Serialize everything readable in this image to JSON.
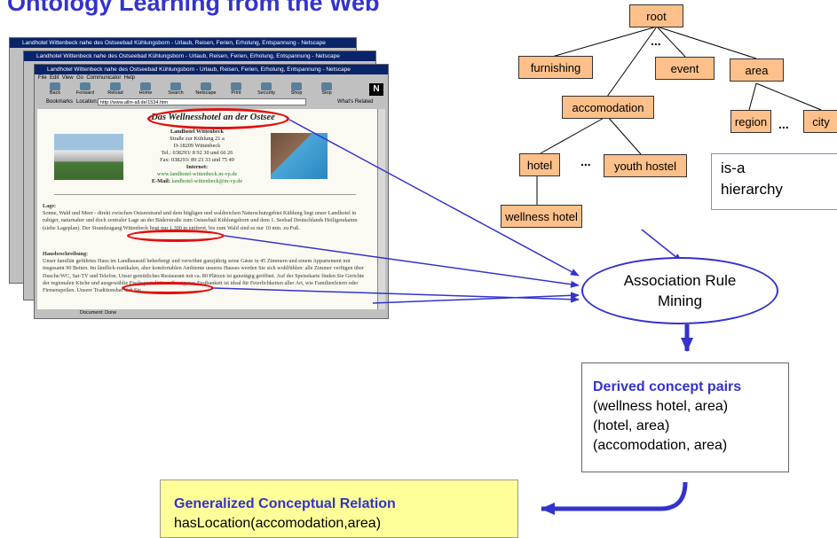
{
  "slide_title": "Ontology Learning from the Web",
  "ontology": {
    "root": "root",
    "furnishing": "furnishing",
    "event": "event",
    "area": "area",
    "accomodation": "accomodation",
    "region": "region",
    "city": "city",
    "hotel": "hotel",
    "youth_hostel": "youth hostel",
    "wellness_hotel": "wellness hotel",
    "ellipsis": "..."
  },
  "isa_label": {
    "line1": "is-a",
    "line2": "hierarchy"
  },
  "mining": {
    "line1": "Association Rule",
    "line2": "Mining"
  },
  "derived": {
    "heading": "Derived concept pairs",
    "pairs": [
      "(wellness hotel, area)",
      "(hotel, area)",
      "(accomodation, area)"
    ]
  },
  "generalized": {
    "heading": "Generalized Conceptual Relation",
    "relation": "hasLocation(accomodation,area)"
  },
  "colors": {
    "accent": "#3333cc",
    "node_fill": "#fdc08a",
    "highlight": "#ffff99",
    "marker": "#e01010"
  },
  "browser": {
    "window_title": "Landhotel Wittenbeck nahe des Ostseebad Kühlungsborn - Urlaub, Reisen, Ferien, Erholung, Entspannung - Netscape",
    "menu": [
      "File",
      "Edit",
      "View",
      "Go",
      "Communicator",
      "Help"
    ],
    "toolbar": [
      "Back",
      "Forward",
      "Reload",
      "Home",
      "Search",
      "Netscape",
      "Print",
      "Security",
      "Shop",
      "Stop"
    ],
    "bookmarks_label": "Bookmarks",
    "location_label": "Location:",
    "url": "http://www.allin-all.de/1534.htm",
    "whats_related": "What's Related",
    "status_text": "Document: Done",
    "page": {
      "title": "Das Wellnesshotel an der Ostsee",
      "hotel_name": "Landhotel Wittenbeck",
      "street": "Straße zur Kühlung 21 a",
      "city": "D-18209 Wittenbeck",
      "tel": "Tel.: 038293/ 8 92 30 und 66 26",
      "fax": "Fax: 038293/ 89 23 33 und 75 49",
      "internet_label": "Internet:",
      "internet_url": "www.landhotel-wittenbeck.m-vp.de",
      "email_label": "E-Mail:",
      "email": "landhotel-wittenbeck@m-vp.de",
      "lage_heading": "Lage:",
      "lage_text": "Sonne, Wald und Meer - direkt zwischen Ostseestrand und dem hügligen und waldreichen Naturschutzgebiet Kühlung liegt unser Landhotel in ruhiger, naturnaher und doch zentraler Lage an der Bäderstraße zum Ostseebad Kühlungsborn und dem 1. Seebad Deutschlands Heiligendamm (siehe Lageplan). Der Strandzugang Wittenbeck liegt nur 1.300 m entfernt, bis zum Wald sind es nur 10 min. zu Fuß.",
      "haus_heading": "Hausbeschreibung:",
      "haus_text": "Unser familiär geführtes Haus im Landhausstil beherbergt und verwöhnt ganzjährig seine Gäste in 45 Zimmern und einem Appartement mit insgesamt 90 Betten. Im ländlich-rustikalen, aber komfortablen Ambiente unseres Hauses werden Sie sich wohlfühlen: alle Zimmer verfügen über Dusche/WC, Sat-TV und Telefon. Unser gemütliches Restaurant mit ca. 80 Plätzen ist ganztägig geöffnet. Auf der Speisekarte finden Sie Gerichte der regionalen Küche und ausgewählte Fischspezialitäten. Ihr eigenes Festbankett ist ideal für Feierlichkeiten aller Art, wie Familienfeiern oder Firmenspeilen. Unsere Traditionsbar lädt Sie"
    }
  }
}
